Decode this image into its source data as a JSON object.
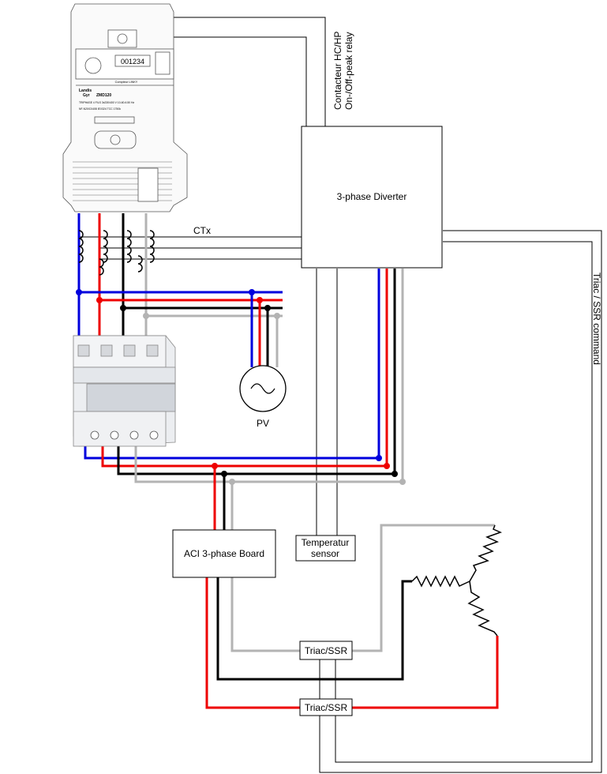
{
  "colors": {
    "phase_blue": "#0000dd",
    "phase_red": "#ee0000",
    "phase_black": "#000000",
    "neutral_grey": "#b3b3b3",
    "signal": "#000000"
  },
  "meter": {
    "brand_line1": "Landis",
    "brand_line2": "Gyr",
    "model": "ZMD120",
    "display_value": "001234",
    "label_compteur": "Compteur LINKY",
    "spec_row1": "TRIPHASE 4 FILS 3x230/400 V 10-60 A 50 Hz",
    "spec_row2": "NF-N20/C0408 IEX324 TCC 1750k",
    "icon": "electricity-meter-icon"
  },
  "labels": {
    "relay_line1": "Contacteur HC/HP",
    "relay_line2": "On-/Off-peak relay",
    "ctx": "CTx",
    "diverter": "3-phase Diverter",
    "triac_command": "Triac / SSR command",
    "pv": "PV",
    "aci_board": "ACI 3-phase Board",
    "temp_line1": "Temperatur",
    "temp_line2": "sensor",
    "triac1": "Triac/SSR",
    "triac2": "Triac/SSR"
  },
  "breaker": {
    "icon": "four-pole-circuit-breaker-icon"
  },
  "pv_source": {
    "icon": "ac-source-icon"
  },
  "load": {
    "icon": "star-connected-resistor-load-icon"
  }
}
